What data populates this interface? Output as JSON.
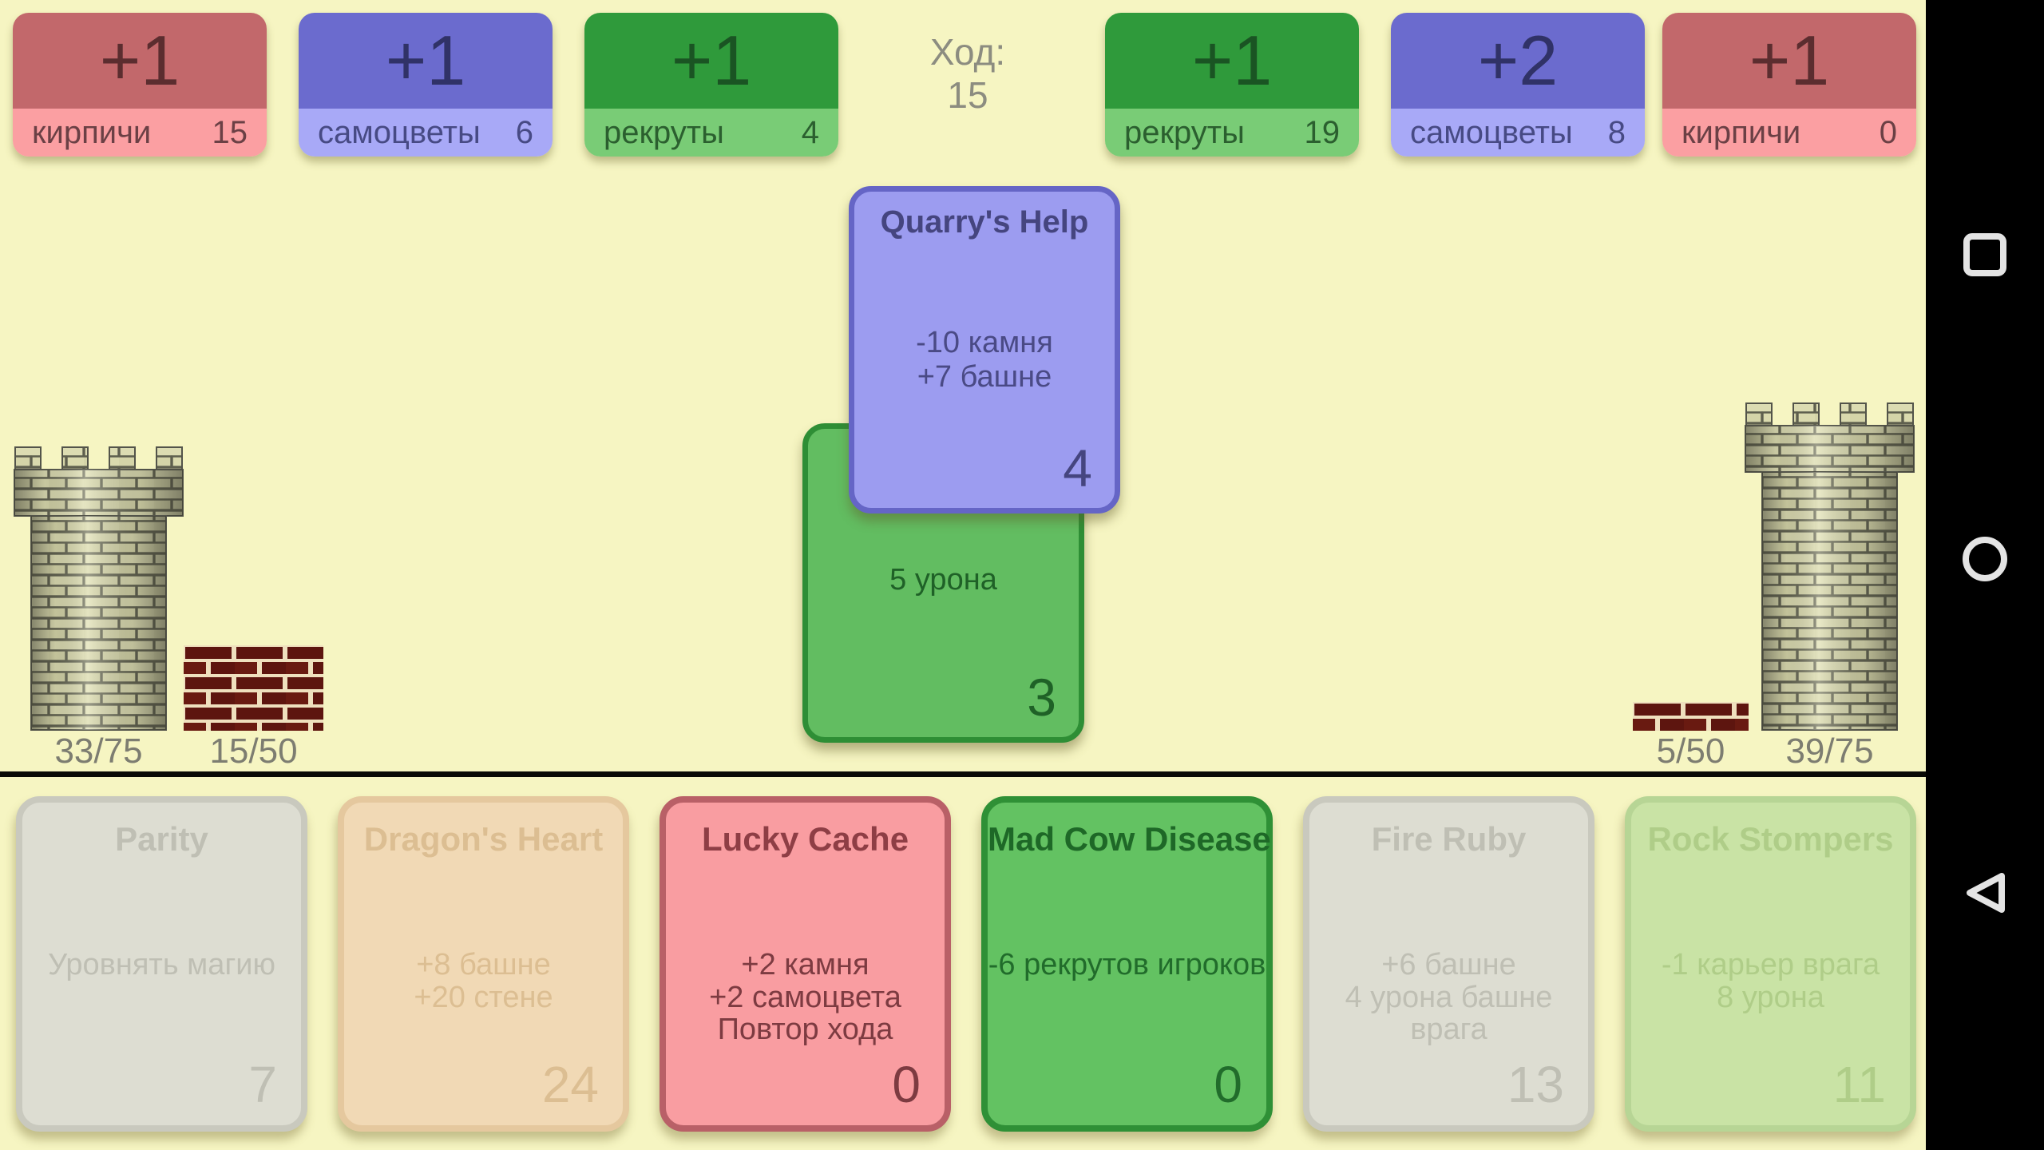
{
  "palette": {
    "background": "#F6F5C2",
    "divider": "#0A0A06",
    "nav_background": "#000000",
    "nav_icon": "#E4E4E4",
    "label_color": "#7D7D71",
    "turn_color": "#8C8C80"
  },
  "resource_variants": {
    "bricks": {
      "top_bg": "#C2686B",
      "top_text": "#5B2D2F",
      "bottom_bg": "#FB9FA2",
      "bottom_text": "#6B4045"
    },
    "gems": {
      "top_bg": "#6B6BCE",
      "top_text": "#303267",
      "bottom_bg": "#A8A9F7",
      "bottom_text": "#474A84"
    },
    "recruits": {
      "top_bg": "#2F9A3B",
      "top_text": "#1A5423",
      "bottom_bg": "#79CC76",
      "bottom_text": "#2B5F2F"
    }
  },
  "top_bar": {
    "turn_label": "Ход:",
    "turn_value": "15",
    "left_resources": [
      {
        "type": "bricks",
        "bonus": "+1",
        "label": "кирпичи",
        "value": "15"
      },
      {
        "type": "gems",
        "bonus": "+1",
        "label": "самоцветы",
        "value": "6"
      },
      {
        "type": "recruits",
        "bonus": "+1",
        "label": "рекруты",
        "value": "4"
      }
    ],
    "right_resources": [
      {
        "type": "recruits",
        "bonus": "+1",
        "label": "рекруты",
        "value": "19"
      },
      {
        "type": "gems",
        "bonus": "+2",
        "label": "самоцветы",
        "value": "8"
      },
      {
        "type": "bricks",
        "bonus": "+1",
        "label": "кирпичи",
        "value": "0"
      }
    ]
  },
  "board": {
    "player_tower_label": "33/75",
    "player_wall_label": "15/50",
    "enemy_wall_label": "5/50",
    "enemy_tower_label": "39/75",
    "played_cards": [
      {
        "variant": "played-green",
        "title": "",
        "lines": [
          "5 урона"
        ],
        "count": "3"
      },
      {
        "variant": "played-purple",
        "title": "Quarry's Help",
        "lines": [
          "-10 камня",
          "+7 башне"
        ],
        "count": "4"
      }
    ]
  },
  "played_variants": {
    "played-purple": {
      "bg": "#9C9CF0",
      "border": "#6565C6",
      "title": "#45457F",
      "text": "#4A4A85"
    },
    "played-green": {
      "bg": "#62BD61",
      "border": "#2E8E35",
      "title": "#1F6127",
      "text": "#1F6127"
    }
  },
  "hand": [
    {
      "variant": "gray",
      "enabled": false,
      "title": "Parity",
      "lines": [
        "Уровнять магию"
      ],
      "count": "7"
    },
    {
      "variant": "tan",
      "enabled": false,
      "title": "Dragon's Heart",
      "lines": [
        "+8 башне",
        "+20 стене"
      ],
      "count": "24"
    },
    {
      "variant": "red",
      "enabled": true,
      "title": "Lucky Cache",
      "lines": [
        "+2 камня",
        "+2 самоцвета",
        "Повтор хода"
      ],
      "count": "0"
    },
    {
      "variant": "green",
      "enabled": true,
      "title": "Mad Cow Disease",
      "lines": [
        "-6 рекрутов игроков"
      ],
      "count": "0"
    },
    {
      "variant": "gray",
      "enabled": false,
      "title": "Fire Ruby",
      "lines": [
        "+6 башне",
        "4 урона башне врага"
      ],
      "count": "13"
    },
    {
      "variant": "palegreen",
      "enabled": false,
      "title": "Rock Stompers",
      "lines": [
        "-1 карьер врага",
        "8 урона"
      ],
      "count": "11"
    }
  ],
  "hand_variants": {
    "gray": {
      "bg": "#DDDDD2",
      "border": "#C9C9BE",
      "title": "#BFBFB4",
      "text": "#BFBFB4"
    },
    "tan": {
      "bg": "#F1D9B5",
      "border": "#E5C89E",
      "title": "#DCBE92",
      "text": "#DCBE92"
    },
    "red": {
      "bg": "#F99DA1",
      "border": "#B96067",
      "title": "#8E3E45",
      "text": "#7D3B41"
    },
    "green": {
      "bg": "#63C262",
      "border": "#2F9036",
      "title": "#1E6827",
      "text": "#216C2B"
    },
    "palegreen": {
      "bg": "#C9E3A5",
      "border": "#B7D595",
      "title": "#AFCD88",
      "text": "#AFCD88"
    }
  },
  "nav": {
    "icons": [
      "recents-square-icon",
      "home-circle-icon",
      "back-triangle-icon"
    ]
  }
}
